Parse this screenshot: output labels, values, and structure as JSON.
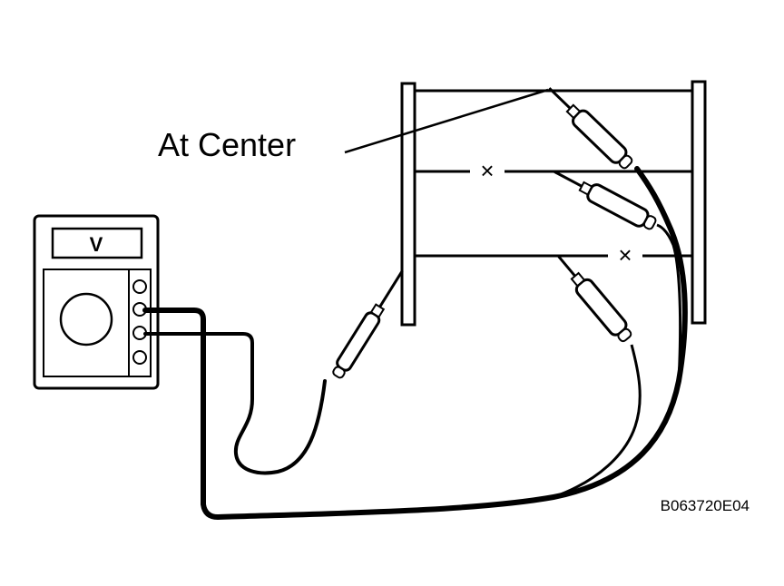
{
  "callout_label": "At Center",
  "meter_display": "V",
  "figure_id": "B063720E04",
  "heater_lines": [
    {
      "name": "top",
      "marker": ""
    },
    {
      "name": "middle",
      "marker": "×"
    },
    {
      "name": "bottom",
      "marker": "×"
    }
  ],
  "colors": {
    "ink": "#000000",
    "background": "#ffffff"
  },
  "icons": [
    "voltmeter-icon",
    "test-probe-icon"
  ]
}
